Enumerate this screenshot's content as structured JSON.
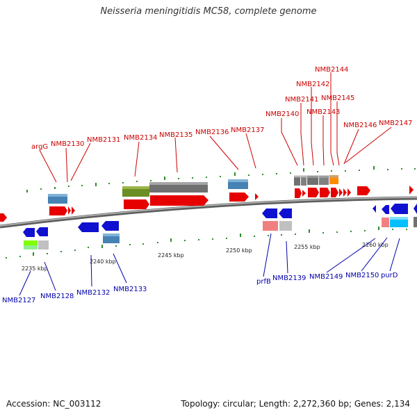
{
  "title": "Neisseria meningitidis MC58, complete genome",
  "accession": "Accession: NC_003112",
  "summary": "Topology: circular; Length: 2,272,360 bp; Genes: 2,134",
  "kbp_labels": [
    "2235 kbp",
    "2240 kbp",
    "2245 kbp",
    "2250 kbp",
    "2255 kbp",
    "2260 kbp"
  ],
  "top_genes": [
    "argG",
    "NMB2130",
    "NMB2131",
    "NMB2134",
    "NMB2135",
    "NMB2136",
    "NMB2137",
    "NMB2140",
    "NMB2141",
    "NMB2142",
    "NMB2143",
    "NMB2144",
    "NMB2145",
    "NMB2146",
    "NMB2147"
  ],
  "bottom_genes": [
    "NMB2127",
    "NMB2128",
    "NMB2132",
    "NMB2133",
    "prfB",
    "NMB2139",
    "NMB2149",
    "NMB2150",
    "purD"
  ],
  "colors": {
    "forward": "#cc0000",
    "reverse": "#0000aa",
    "backbone": "#808080",
    "tick": "#2e8b2e"
  }
}
